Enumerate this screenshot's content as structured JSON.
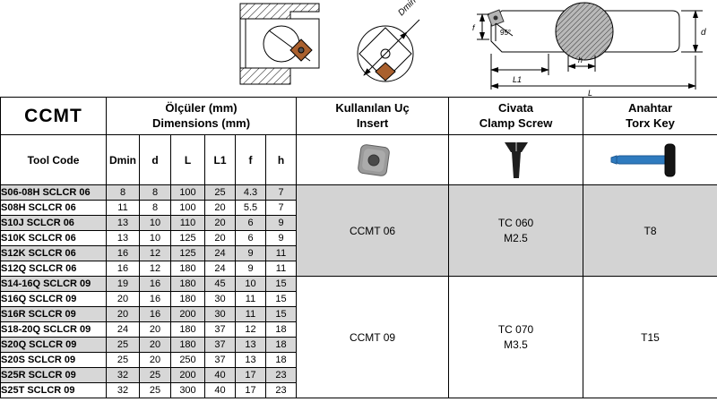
{
  "diagram": {
    "dmin": "Dmin",
    "angle": "95°",
    "f": "f",
    "d": "d",
    "l1": "L1",
    "h": "h",
    "l": "L"
  },
  "table": {
    "title": "CCMT",
    "headers": {
      "dims_tr": "Ölçüler (mm)",
      "dims_en": "Dimensions (mm)",
      "insert_tr": "Kullanılan Uç",
      "insert_en": "Insert",
      "screw_tr": "Civata",
      "screw_en": "Clamp Screw",
      "torx_tr": "Anahtar",
      "torx_en": "Torx Key",
      "tool_code": "Tool Code",
      "c_dmin": "Dmin",
      "c_d": "d",
      "c_l": "L",
      "c_l1": "L1",
      "c_f": "f",
      "c_h": "h"
    },
    "rows": [
      {
        "code": "S06-08H SCLCR 06",
        "dmin": "8",
        "d": "8",
        "L": "100",
        "L1": "25",
        "f": "4.3",
        "h": "7"
      },
      {
        "code": "S08H SCLCR 06",
        "dmin": "11",
        "d": "8",
        "L": "100",
        "L1": "20",
        "f": "5.5",
        "h": "7"
      },
      {
        "code": "S10J SCLCR 06",
        "dmin": "13",
        "d": "10",
        "L": "110",
        "L1": "20",
        "f": "6",
        "h": "9"
      },
      {
        "code": "S10K SCLCR 06",
        "dmin": "13",
        "d": "10",
        "L": "125",
        "L1": "20",
        "f": "6",
        "h": "9"
      },
      {
        "code": "S12K SCLCR 06",
        "dmin": "16",
        "d": "12",
        "L": "125",
        "L1": "24",
        "f": "9",
        "h": "11"
      },
      {
        "code": "S12Q SCLCR 06",
        "dmin": "16",
        "d": "12",
        "L": "180",
        "L1": "24",
        "f": "9",
        "h": "11"
      },
      {
        "code": "S14-16Q SCLCR 09",
        "dmin": "19",
        "d": "16",
        "L": "180",
        "L1": "45",
        "f": "10",
        "h": "15"
      },
      {
        "code": "S16Q SCLCR 09",
        "dmin": "20",
        "d": "16",
        "L": "180",
        "L1": "30",
        "f": "11",
        "h": "15"
      },
      {
        "code": "S16R SCLCR 09",
        "dmin": "20",
        "d": "16",
        "L": "200",
        "L1": "30",
        "f": "11",
        "h": "15"
      },
      {
        "code": "S18-20Q SCLCR 09",
        "dmin": "24",
        "d": "20",
        "L": "180",
        "L1": "37",
        "f": "12",
        "h": "18"
      },
      {
        "code": "S20Q SCLCR 09",
        "dmin": "25",
        "d": "20",
        "L": "180",
        "L1": "37",
        "f": "13",
        "h": "18"
      },
      {
        "code": "S20S SCLCR 09",
        "dmin": "25",
        "d": "20",
        "L": "250",
        "L1": "37",
        "f": "13",
        "h": "18"
      },
      {
        "code": "S25R SCLCR 09",
        "dmin": "32",
        "d": "25",
        "L": "200",
        "L1": "40",
        "f": "17",
        "h": "23"
      },
      {
        "code": "S25T SCLCR 09",
        "dmin": "32",
        "d": "25",
        "L": "300",
        "L1": "40",
        "f": "17",
        "h": "23"
      }
    ],
    "groups": [
      {
        "insert": "CCMT 06",
        "screw_code": "TC 060",
        "screw_thread": "M2.5",
        "torx": "T8"
      },
      {
        "insert": "CCMT 09",
        "screw_code": "TC 070",
        "screw_thread": "M3.5",
        "torx": "T15"
      }
    ]
  }
}
